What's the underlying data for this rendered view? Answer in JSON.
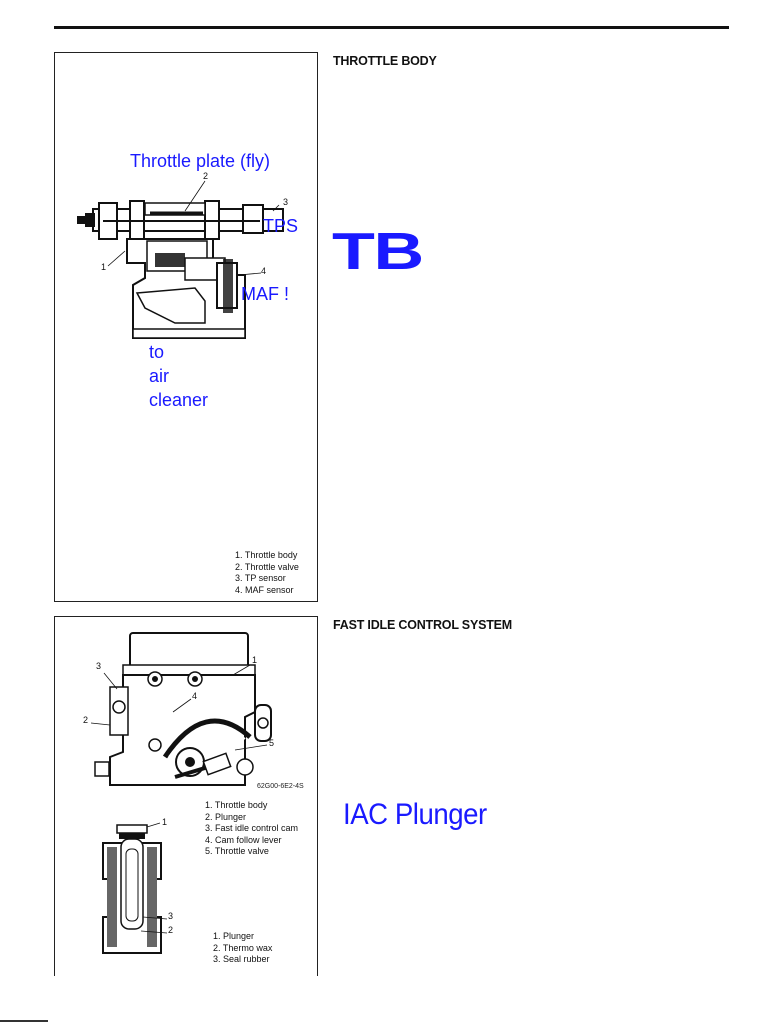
{
  "sections": {
    "throttle_body": {
      "heading": "THROTTLE BODY",
      "big_label": "TB",
      "annotations": {
        "throttle_plate": "Throttle plate (fly)",
        "tps": "TPS",
        "maf": "MAF !",
        "to": "to",
        "air": "air",
        "cleaner": "cleaner"
      },
      "callouts": [
        "1",
        "2",
        "3",
        "4"
      ],
      "legend": [
        "1. Throttle body",
        "2. Throttle valve",
        "3. TP sensor",
        "4. MAF sensor"
      ]
    },
    "fast_idle": {
      "heading": "FAST IDLE CONTROL SYSTEM",
      "big_label": "IAC Plunger",
      "figure_code": "62G00-6E2-4S",
      "callouts": [
        "1",
        "2",
        "3",
        "4",
        "5"
      ],
      "legend": [
        "1. Throttle body",
        "2. Plunger",
        "3. Fast idle control cam",
        "4. Cam follow lever",
        "5. Throttle valve"
      ],
      "plunger_callouts": [
        "1",
        "2",
        "3"
      ],
      "plunger_legend": [
        "1. Plunger",
        "2. Thermo wax",
        "3. Seal rubber"
      ]
    }
  },
  "colors": {
    "annotation": "#1a1aff",
    "line": "#111111"
  }
}
